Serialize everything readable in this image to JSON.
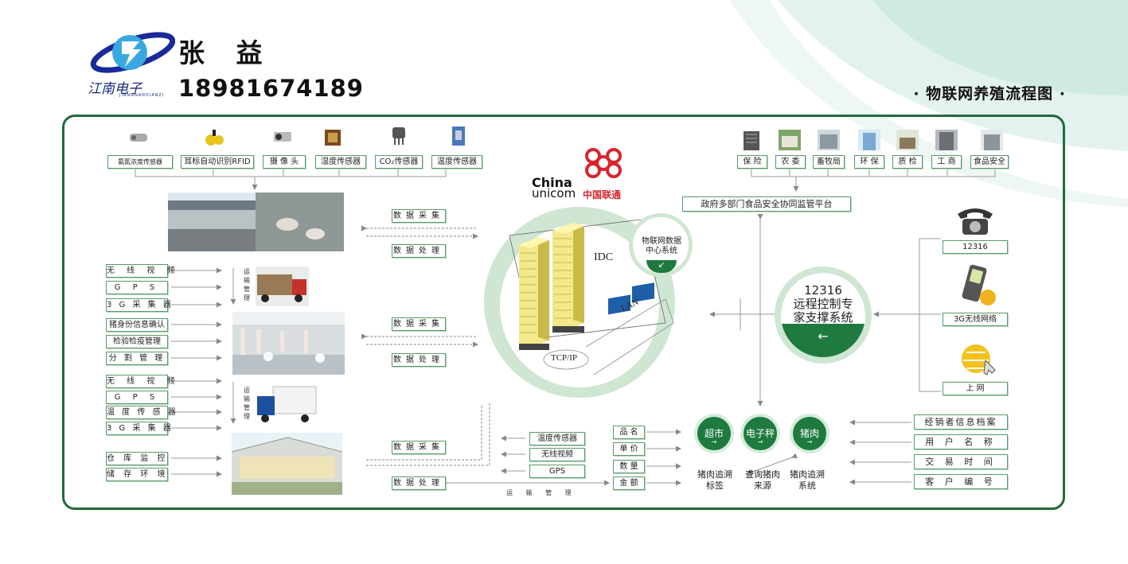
{
  "header": {
    "name": "张 益",
    "phone": "18981674189",
    "logo_text": "江南电子",
    "logo_sub": "JIANGNANDIANZI",
    "title": "· 物联网养殖流程图 ·"
  },
  "sensors": [
    "氨氮浓度传感器",
    "耳标自动识别RFID",
    "摄 像 头",
    "湿度传感器",
    "CO₂传感器",
    "温度传感器"
  ],
  "transport1": [
    "无 线 视 频",
    "G P S",
    "3 G 采 集 器"
  ],
  "transport_vertical": "运输管理",
  "processing": [
    "猪身份信息确认",
    "检验检疫管理",
    "分 割 管 理"
  ],
  "transport2": [
    "无 线 视 频",
    "G P S",
    "温 度 传 感 器",
    "3 G 采 集 器"
  ],
  "storage": [
    "仓 库 监 控",
    "储 存 环 境"
  ],
  "data_labels": {
    "collect": "数据采集",
    "process": "数据处理"
  },
  "unicom": {
    "china": "China",
    "unicom": "unicom",
    "cn": "中国联通",
    "brand_color": "#d8252e"
  },
  "idc": {
    "idc_label": "IDC",
    "lan_label": "LAN",
    "tcp_label": "TCP/IP",
    "center_title": "物联网数据中心系统"
  },
  "bottom_sensors": [
    "温度传感器",
    "无线视频",
    "GPS"
  ],
  "transport_bottom": "运 输 管 理",
  "sale_items": [
    "品 名",
    "单 价",
    "数 量",
    "金 额"
  ],
  "govt": {
    "depts": [
      "保 险",
      "农 委",
      "畜牧局",
      "环 保",
      "质 检",
      "工 商",
      "食品安全"
    ],
    "platform": "政府多部门食品安全协同监管平台"
  },
  "remote": {
    "line1": "12316",
    "line2": "远程控制专",
    "line3": "家支撑系统",
    "arrow": "←"
  },
  "right_channels": [
    "12316",
    "3G无线网络",
    "上 网"
  ],
  "consumer": {
    "buttons": [
      "超市",
      "电子秤",
      "猪肉"
    ],
    "labels": [
      "猪肉追溯标签",
      "查询猪肉来源",
      "猪肉追溯系统"
    ],
    "info": [
      "经销者信息档案",
      "用 户 名 称",
      "交 易 时 间",
      "客 户 编 号"
    ]
  },
  "colors": {
    "green_dark": "#1f6b3a",
    "green_light": "#cfe6d3",
    "green_btn": "#1f7a3f"
  }
}
